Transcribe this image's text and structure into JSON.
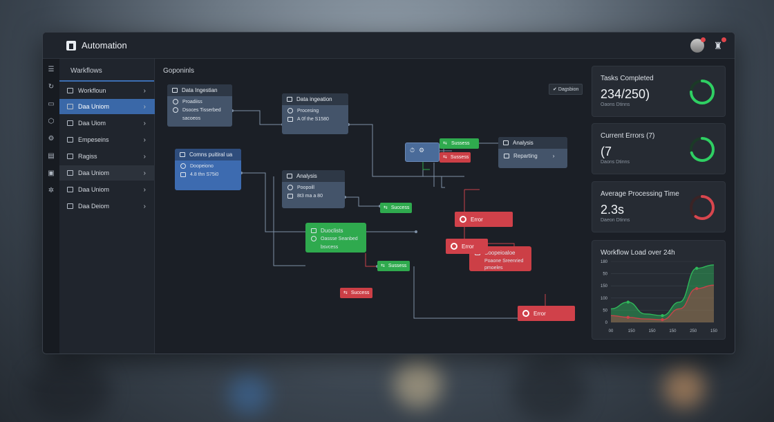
{
  "app": {
    "title": "Automation"
  },
  "sidebar": {
    "header": "Warkflows",
    "items": [
      {
        "label": "Workfloun"
      },
      {
        "label": "Daa Uniom"
      },
      {
        "label": "Daa Uiom"
      },
      {
        "label": "Empeseins"
      },
      {
        "label": "Ragiss"
      },
      {
        "label": "Daa Uniom"
      },
      {
        "label": "Daa Uniom"
      },
      {
        "label": "Daa Deiom"
      }
    ]
  },
  "canvas": {
    "title": "Goponinls",
    "deps_chip": "Dagsbion",
    "nodes": {
      "n1": {
        "title": "Data Ingestian",
        "rows": [
          "Proadiiss",
          "Dsoces Tisserbed",
          "sacoeos"
        ]
      },
      "n2": {
        "title": "Data ingeation",
        "rows": [
          "Procesing",
          "A 0f the S1580"
        ]
      },
      "n3": {
        "title": "Comns puitiral ua",
        "rows": [
          "Doopeiono",
          "4.8 thn S75i0"
        ]
      },
      "n4": {
        "title": "Analysis",
        "rows": [
          "Poopoill",
          "8t3 ma a 80"
        ]
      },
      "n5": {
        "title": "Duoclists",
        "rows": [
          "Oassse Seanbed",
          "bsvcess"
        ]
      },
      "n6": {
        "title": "Soopeioaloe",
        "rows": [
          "Poaone Sreenried",
          "pmoeles"
        ]
      },
      "n7": {
        "title": "Analysis",
        "rows": [
          "Reparting"
        ]
      }
    },
    "pills": {
      "s1": "Sussess",
      "s2": "Sussess",
      "s3": "Success",
      "s4": "Sussess",
      "s5": "Success"
    },
    "errors": {
      "e1": "Error",
      "e2": "Error",
      "e3": "Error"
    }
  },
  "cards": {
    "tasks": {
      "title": "Tasks Completed",
      "value": "234/250)",
      "sub": "Oaons Dtinns",
      "ring": 0.75
    },
    "errors": {
      "title": "Current Errors (7)",
      "value": "(7",
      "sub": "Daons Dtinns",
      "ring": 0.7
    },
    "processing": {
      "title": "Average Processing Time",
      "value": "2.3s",
      "sub": "Daeon Dtinns",
      "ring": 0.6
    }
  },
  "chart_data": {
    "type": "area",
    "title": "Workflow Load over 24h",
    "x": [
      0,
      50,
      100,
      150,
      200,
      250,
      300
    ],
    "xticks": [
      "00",
      "150",
      "150",
      "150",
      "250",
      "150"
    ],
    "yticks": [
      "0",
      "50",
      "100",
      "150",
      "50",
      "180"
    ],
    "series": [
      {
        "color": "#2fb85a",
        "values": [
          40,
          60,
          25,
          20,
          60,
          160,
          170
        ]
      },
      {
        "color": "#c9424a",
        "values": [
          20,
          15,
          10,
          8,
          40,
          100,
          110
        ]
      }
    ],
    "ylim": [
      0,
      180
    ]
  },
  "colors": {
    "accent": "#3a68a8",
    "success": "#2faa4e",
    "error": "#cc3f46"
  }
}
